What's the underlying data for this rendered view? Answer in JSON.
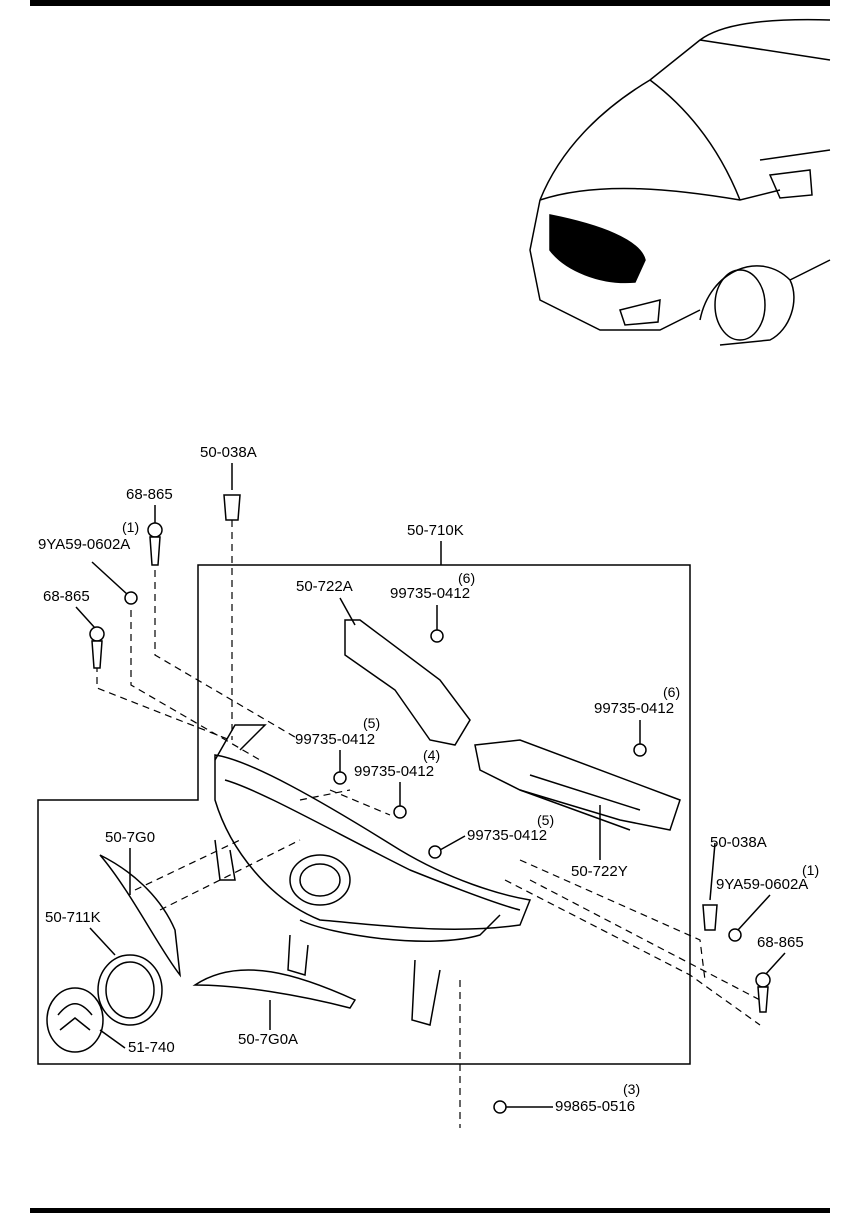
{
  "parts": {
    "p_50_038A_top": "50-038A",
    "p_68_865_a": "68-865",
    "p_9YA59_left_qty": "(1)",
    "p_9YA59_left": "9YA59-0602A",
    "p_68_865_b": "68-865",
    "p_50_710K": "50-710K",
    "p_50_722A": "50-722A",
    "p_99735_a_qty": "(6)",
    "p_99735_a": "99735-0412",
    "p_99735_b_qty": "(6)",
    "p_99735_b": "99735-0412",
    "p_99735_c_qty": "(5)",
    "p_99735_c": "99735-0412",
    "p_99735_d_qty": "(4)",
    "p_99735_d": "99735-0412",
    "p_99735_e_qty": "(5)",
    "p_99735_e": "99735-0412",
    "p_50_722Y": "50-722Y",
    "p_50_7G0": "50-7G0",
    "p_50_711K": "50-711K",
    "p_51_740": "51-740",
    "p_50_7G0A": "50-7G0A",
    "p_50_038A_right": "50-038A",
    "p_9YA59_right_qty": "(1)",
    "p_9YA59_right": "9YA59-0602A",
    "p_68_865_c": "68-865",
    "p_99865_qty": "(3)",
    "p_99865": "99865-0516"
  }
}
